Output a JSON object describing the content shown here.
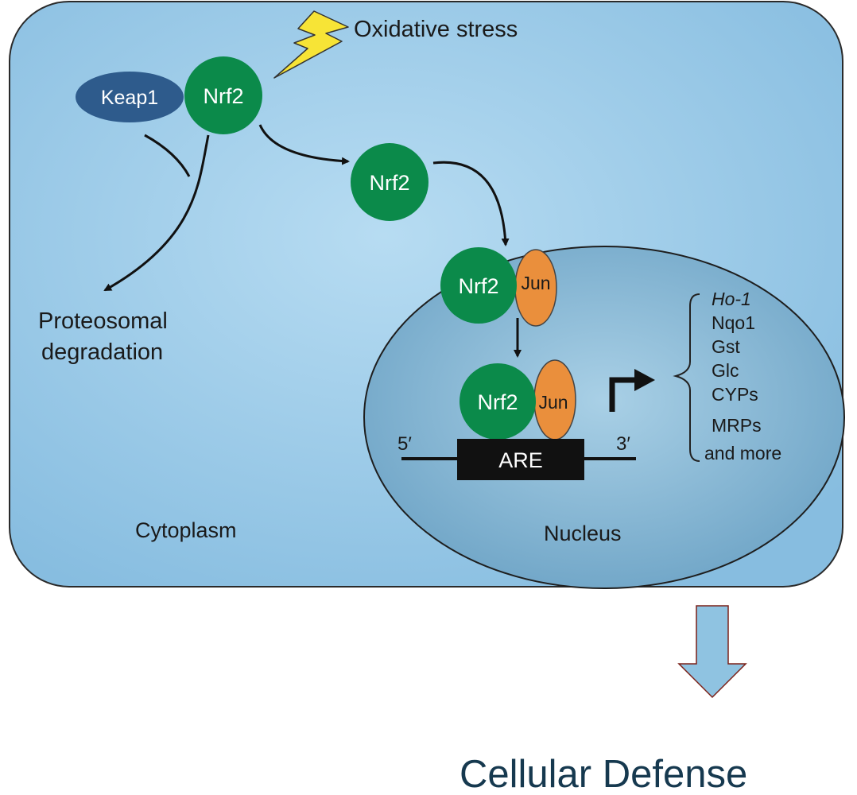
{
  "colors": {
    "cell_fill": "#8fc4e3",
    "cell_center": "#b7dcf2",
    "nucleus_fill": "#7fb1cf",
    "nucleus_center": "#a9d0e6",
    "nrf2": "#0b8a4a",
    "keap1": "#2e5b8c",
    "jun": "#ea8f3c",
    "are_box": "#111111",
    "lightning": "#f7e436",
    "defense_arrow": "#8fc3e1",
    "defense_arrow_outline": "#7a2018",
    "defense_text": "#16394f"
  },
  "labels": {
    "oxidative_stress": "Oxidative stress",
    "keap1": "Keap1",
    "nrf2": "Nrf2",
    "jun": "Jun",
    "proteosomal_line1": "Proteosomal",
    "proteosomal_line2": "degradation",
    "cytoplasm": "Cytoplasm",
    "nucleus": "Nucleus",
    "are": "ARE",
    "five_prime": "5′",
    "three_prime": "3′",
    "cellular_defense": "Cellular Defense"
  },
  "genes": [
    "Ho-1",
    "Nqo1",
    "Gst",
    "Glc",
    "CYPs",
    "MRPs",
    "and more"
  ]
}
